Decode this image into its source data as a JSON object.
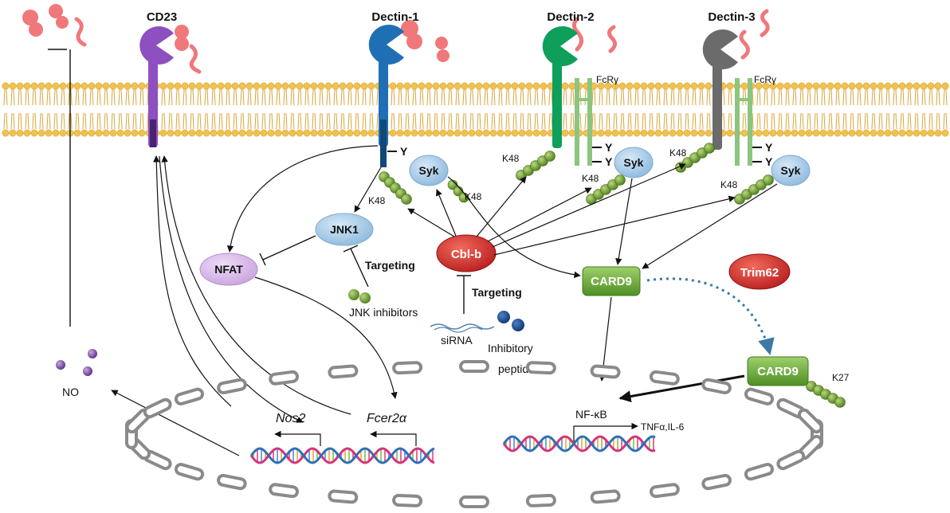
{
  "receptors": {
    "cd23": "CD23",
    "dectin1": "Dectin-1",
    "dectin2": "Dectin-2",
    "dectin3": "Dectin-3"
  },
  "adaptors": {
    "fcry_a": "FcRγ",
    "fcry_b": "FcRγ"
  },
  "phospho": {
    "y": "Y"
  },
  "ubiquitin": {
    "k48_d1": "K48",
    "k48_syk1": "K48",
    "k48_d2": "K48",
    "k48_d2syk": "K48",
    "k48_d3": "K48",
    "k48_d3syk": "K48",
    "k27": "K27"
  },
  "proteins": {
    "syk1": "Syk",
    "syk2": "Syk",
    "syk3": "Syk",
    "jnk1": "JNK1",
    "nfat": "NFAT",
    "cblb": "Cbl-b",
    "card9": "CARD9",
    "card9_ub": "CARD9",
    "trim62": "Trim62"
  },
  "annotations": {
    "targeting_jnk": "Targeting",
    "targeting_cblb": "Targeting",
    "jnk_inhibitors": "JNK inhibitors",
    "sirna": "siRNA",
    "inhib_peptide_1": "Inhibitory",
    "inhib_peptide_2": "peptide",
    "no": "NO",
    "nfkb": "NF-κB",
    "tnf_il6": "TNFα,IL-6"
  },
  "genes": {
    "nos2": "Nos2",
    "fcer2a": "Fcer2α"
  },
  "colors": {
    "lipid_head": "#F2C14E",
    "lipid_tail": "#D9A53A",
    "cd23": "#8E4FC0",
    "dectin1": "#1F6FB5",
    "dectin2": "#0E9F5A",
    "dectin3": "#6B6B6B",
    "fcry": "#8CC57E",
    "ligand": "#F0787A",
    "syk": "#A9CDEB",
    "jnk1": "#A9CDEB",
    "nfat": "#D7B7E8",
    "cblb": "#D52B2B",
    "card9": "#6AAE3A",
    "ubiquitin": "#6E9E2B",
    "nucleus": "#8A8A8A"
  }
}
